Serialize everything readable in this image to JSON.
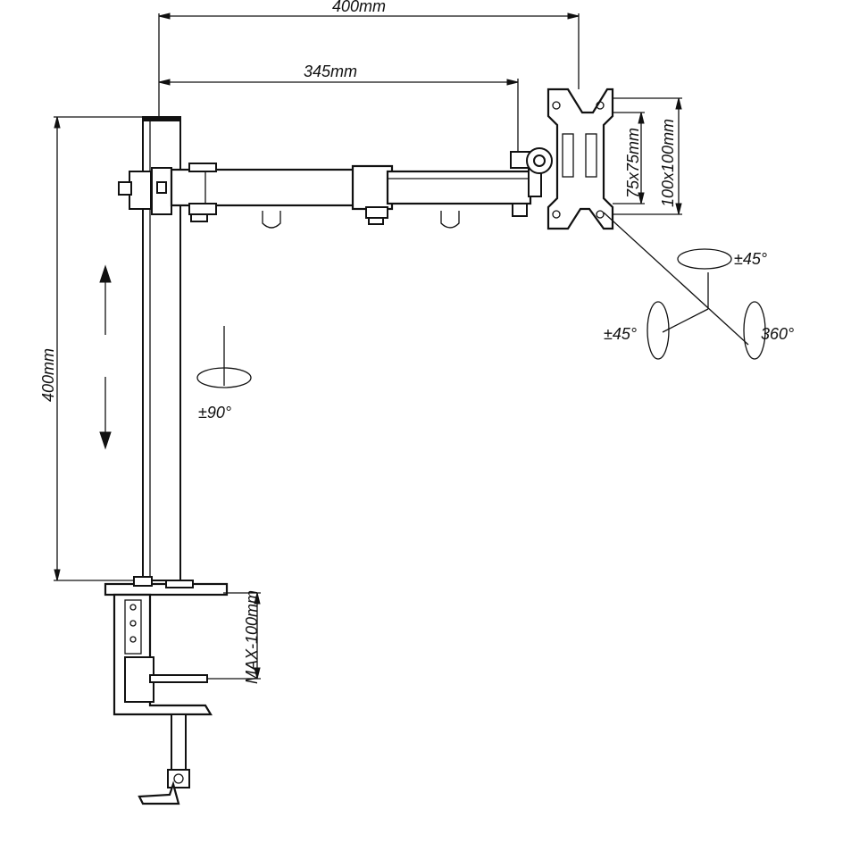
{
  "dimensions": {
    "arm_reach_total": "400mm",
    "arm_reach_to_plate": "345mm",
    "pole_height": "400mm",
    "vesa_small": "75x75mm",
    "vesa_large": "100x100mm",
    "clamp_max": "MAX-100mm"
  },
  "rotations": {
    "pole_swivel": "±90°",
    "tilt_top": "±45°",
    "swivel_side": "±45°",
    "rotate": "360°"
  },
  "icons": [
    "up-arrow",
    "down-arrow",
    "rotation-ellipse"
  ]
}
